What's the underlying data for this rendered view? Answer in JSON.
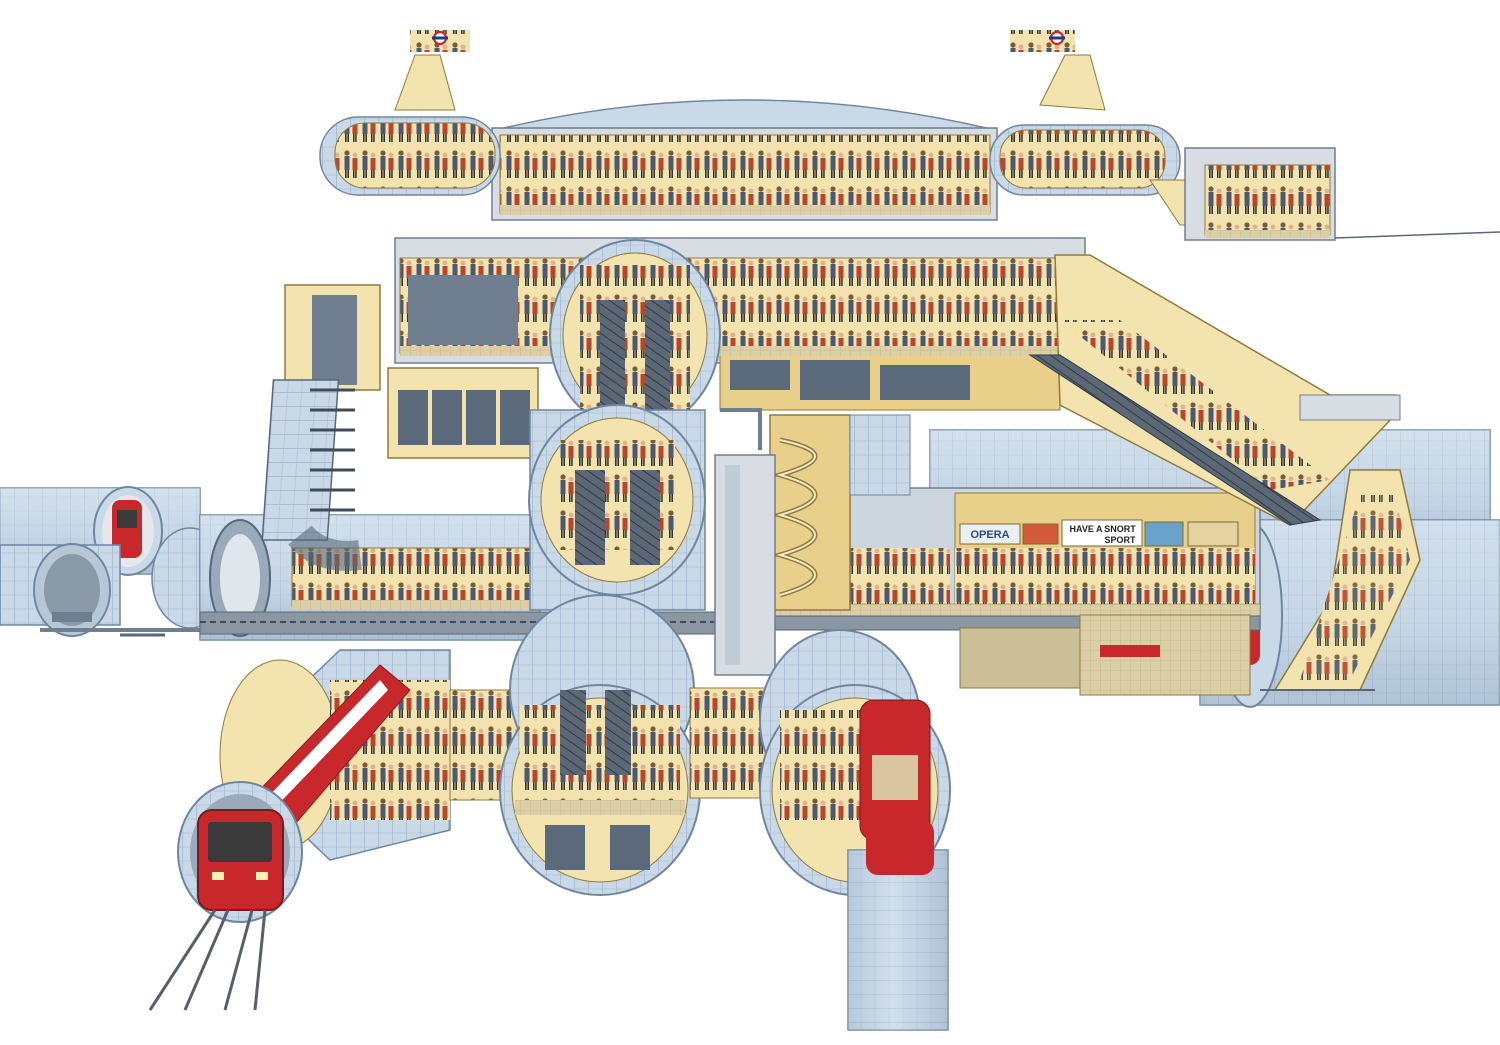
{
  "posters": {
    "opera": "OPERA",
    "have_a": "HAVE A",
    "snort": "SNORT",
    "sport": "SPORT"
  },
  "colors": {
    "tunnel_blue": "#c9d9e8",
    "tunnel_shade": "#9fb6cb",
    "tunnel_rib": "#8ea6bd",
    "concrete": "#d7dde3",
    "interior_cream": "#f3e3ae",
    "interior_wall": "#e9d08a",
    "floor": "#dccfa8",
    "train_red": "#c8282c",
    "train_dark": "#3a3a3a",
    "steel": "#6f7f8f",
    "earth": "#cbbf97"
  },
  "icons": {
    "roundel_left": "underground-roundel-icon",
    "roundel_right": "underground-roundel-icon"
  }
}
